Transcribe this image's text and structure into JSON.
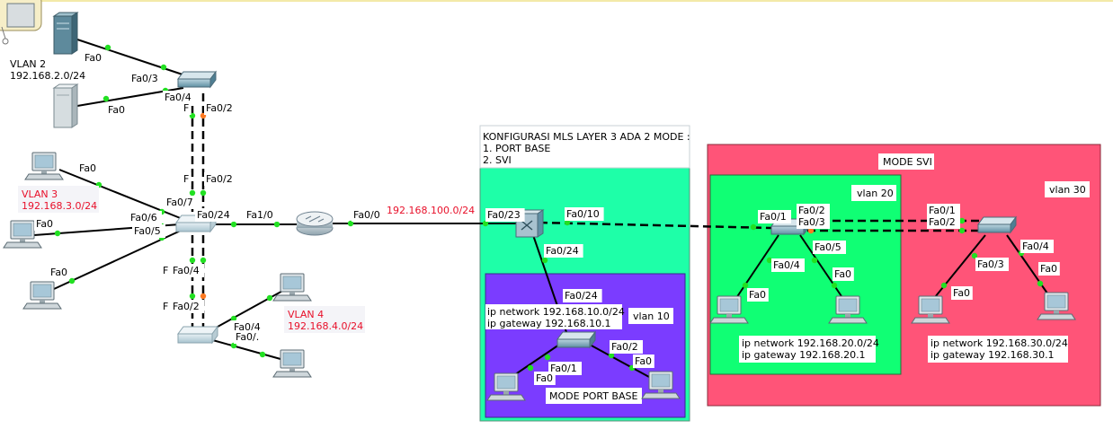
{
  "top_strip_color": "#f3e9a8",
  "notes": {
    "vlan2": [
      "VLAN 2",
      "192.168.2.0/24"
    ],
    "vlan3": [
      "VLAN 3",
      "192.168.3.0/24"
    ],
    "vlan4": [
      "VLAN 4",
      "192.168.4.0/24"
    ],
    "mls_title": [
      "KONFIGURASI MLS LAYER 3 ADA 2 MODE :",
      "1. PORT BASE",
      "2. SVI"
    ],
    "wan_net": "192.168.100.0/24",
    "mode_svi": "MODE SVI",
    "mode_port_base": "MODE PORT BASE",
    "vlan10": "vlan 10",
    "vlan20": "vlan 20",
    "vlan30": "vlan 30",
    "net10": [
      "ip network 192.168.10.0/24",
      "ip gateway 192.168.10.1"
    ],
    "net20": [
      "ip network 192.168.20.0/24",
      "ip gateway 192.168.20.1"
    ],
    "net30": [
      "ip network 192.168.30.0/24",
      "ip gateway 192.168.30.1"
    ]
  },
  "ports": {
    "server1_fa0": "Fa0",
    "sw1_fa03": "Fa0/3",
    "sw1_fa04": "Fa0/4",
    "server2_fa0": "Fa0",
    "sw1_f": "F",
    "sw1_fa02": "Fa0/2",
    "core_f": "F",
    "core_fa02": "Fa0/2",
    "pc1_fa0": "Fa0",
    "core_fa07": "Fa0/7",
    "core_fa06": "Fa0/6",
    "core_fa05": "Fa0/5",
    "pc2_fa0": "Fa0",
    "core_fa024": "Fa0/24",
    "router_fa10": "Fa1/0",
    "router_fa00": "Fa0/0",
    "pc3_fa0": "Fa0",
    "core_f2": "F",
    "core_fa04": "Fa0/4",
    "sw4_f": "F",
    "sw4_fa02": "Fa0/2",
    "sw4_fa04": "Fa0/4",
    "sw4_fa0x": "Fa0/.",
    "mls_fa023": "Fa0/23",
    "mls_fa010": "Fa0/10",
    "mls_fa024": "Fa0/24",
    "sw10_fa024": "Fa0/24",
    "sw10_fa02": "Fa0/2",
    "pc10b_fa0": "Fa0",
    "sw10_fa01": "Fa0/1",
    "pc10a_fa0": "Fa0",
    "sw20_fa01": "Fa0/1",
    "sw20_fa02": "Fa0/2",
    "sw20_fa03": "Fa0/3",
    "sw20_fa05": "Fa0/5",
    "sw20_fa04": "Fa0/4",
    "pc20b_fa0": "Fa0",
    "pc20a_fa0": "Fa0",
    "sw30_fa01": "Fa0/1",
    "sw30_fa02": "Fa0/2",
    "sw30_fa04": "Fa0/4",
    "sw30_fa03": "Fa0/3",
    "pc30b_fa0": "Fa0",
    "pc30a_fa0": "Fa0"
  },
  "colors": {
    "mls_area": "#1effa8",
    "port_base_area": "#7b3cff",
    "svi_area": "#ff5478",
    "vlan20_area": "#10ff74",
    "link_up": "#22e022",
    "link_blocked": "#ff7a22",
    "vlan_note_red": "#e8102a"
  }
}
